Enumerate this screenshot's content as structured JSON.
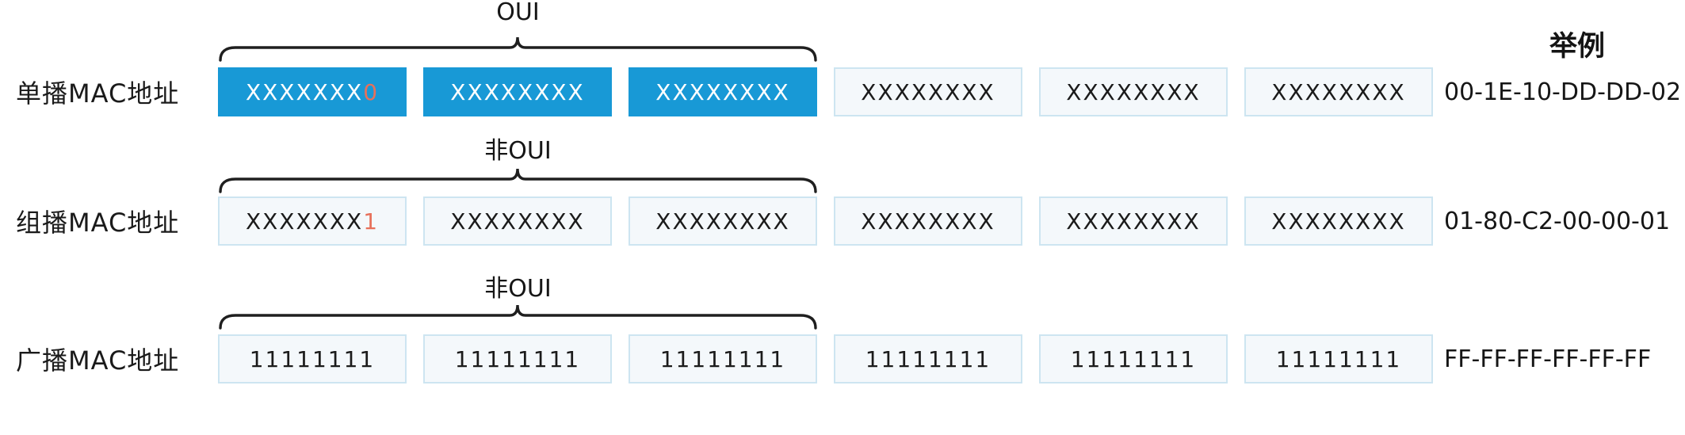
{
  "legend": {
    "example_header": "举例"
  },
  "colors": {
    "box_blue": "#1899d6",
    "box_light_bg": "#f4f8fb",
    "box_light_border": "#cde5f1",
    "highlight_digit": "#e7705a",
    "line_color": "#1f1f1f",
    "text_color": "#1a1a1a"
  },
  "rows": [
    {
      "label": "单播MAC地址",
      "brace_label": "OUI",
      "example": "00-1E-10-DD-DD-02",
      "boxes": [
        {
          "text": "XXXXXXX",
          "highlight": "0"
        },
        {
          "text": "XXXXXXXX",
          "highlight": ""
        },
        {
          "text": "XXXXXXXX",
          "highlight": ""
        },
        {
          "text": "XXXXXXXX",
          "highlight": ""
        },
        {
          "text": "XXXXXXXX",
          "highlight": ""
        },
        {
          "text": "XXXXXXXX",
          "highlight": ""
        }
      ]
    },
    {
      "label": "组播MAC地址",
      "brace_label": "非OUI",
      "example": "01-80-C2-00-00-01",
      "boxes": [
        {
          "text": "XXXXXXX",
          "highlight": "1"
        },
        {
          "text": "XXXXXXXX",
          "highlight": ""
        },
        {
          "text": "XXXXXXXX",
          "highlight": ""
        },
        {
          "text": "XXXXXXXX",
          "highlight": ""
        },
        {
          "text": "XXXXXXXX",
          "highlight": ""
        },
        {
          "text": "XXXXXXXX",
          "highlight": ""
        }
      ]
    },
    {
      "label": "广播MAC地址",
      "brace_label": "非OUI",
      "example": "FF-FF-FF-FF-FF-FF",
      "boxes": [
        {
          "text": "11111111",
          "highlight": ""
        },
        {
          "text": "11111111",
          "highlight": ""
        },
        {
          "text": "11111111",
          "highlight": ""
        },
        {
          "text": "11111111",
          "highlight": ""
        },
        {
          "text": "11111111",
          "highlight": ""
        },
        {
          "text": "11111111",
          "highlight": ""
        }
      ]
    }
  ]
}
